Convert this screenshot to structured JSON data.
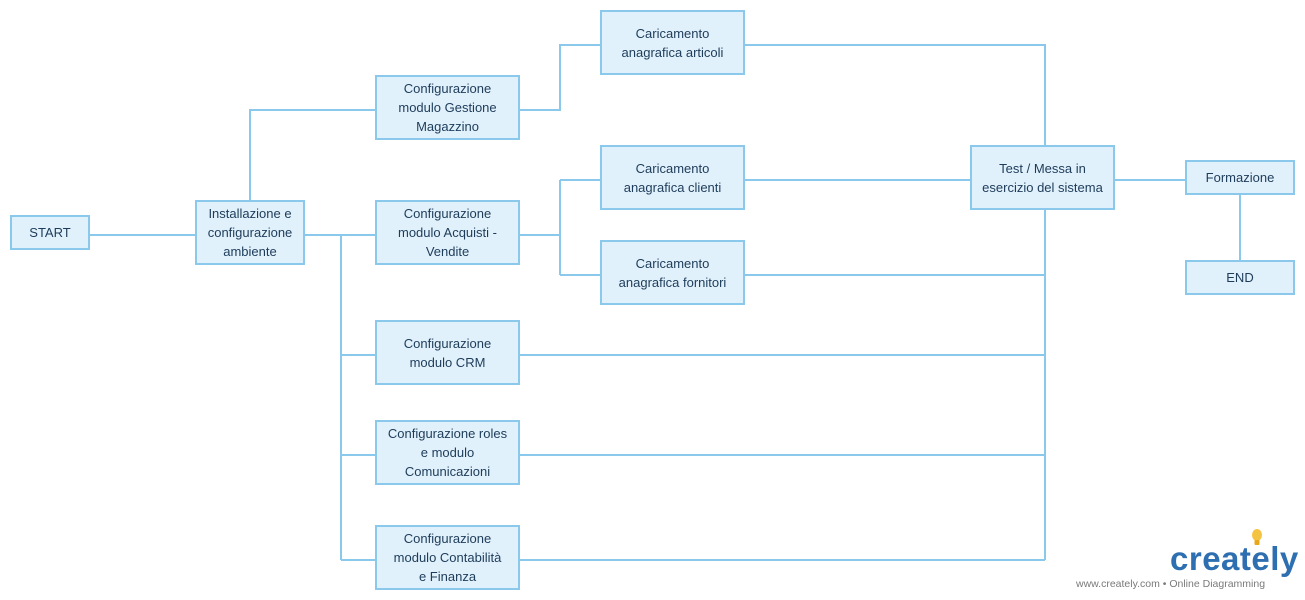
{
  "nodes": {
    "start": "START",
    "install": "Installazione e\nconfigurazione\nambiente",
    "config_magazzino": "Configurazione\nmodulo Gestione\nMagazzino",
    "config_acquisti": "Configurazione\nmodulo Acquisti -\nVendite",
    "config_crm": "Configurazione\nmodulo CRM",
    "config_roles": "Configurazione roles\ne modulo\nComunicazioni",
    "config_contabilita": "Configurazione\nmodulo Contabilità\ne Finanza",
    "carica_articoli": "Caricamento\nanagrafica articoli",
    "carica_clienti": "Caricamento\nanagrafica clienti",
    "carica_fornitori": "Caricamento\nanagrafica fornitori",
    "test": "Test / Messa in\nesercizio del sistema",
    "formazione": "Formazione",
    "end": "END"
  },
  "colors": {
    "node_fill": "#e1f1fb",
    "node_border": "#8ac8ec",
    "connector": "#8ac8ec",
    "text": "#1d3c5a"
  },
  "logo": {
    "brand": "creately",
    "caption": "www.creately.com • Online Diagramming"
  }
}
